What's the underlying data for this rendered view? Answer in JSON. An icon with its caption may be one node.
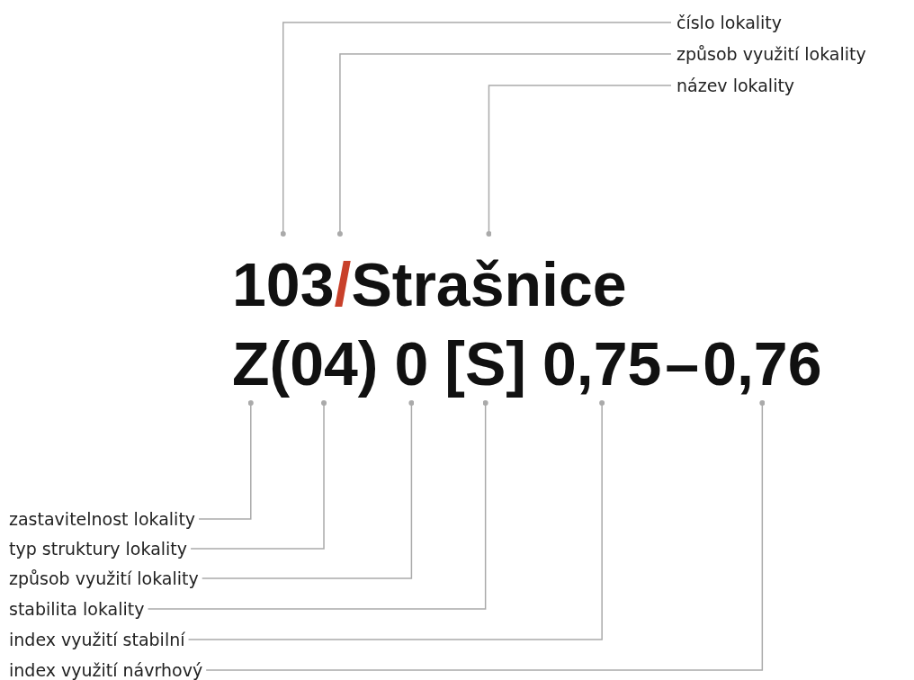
{
  "diagram": {
    "nodes": [
      {
        "text": [
          "číslo lokality"
        ]
      },
      {
        "text": [
          "způsob využití lokality"
        ]
      },
      {
        "text": [
          "název lokality"
        ]
      },
      {
        "text": [
          "103"
        ]
      },
      {
        "text": [
          "/"
        ]
      },
      {
        "text": [
          "Strašnice"
        ]
      },
      {
        "text": [
          "Z"
        ]
      },
      {
        "text": [
          "(04)"
        ]
      },
      {
        "text": [
          "0"
        ]
      },
      {
        "text": [
          "[S]"
        ]
      },
      {
        "text": [
          "0,75"
        ]
      },
      {
        "text": [
          "0,76"
        ]
      },
      {
        "text": [
          "zastavitelnost lokality"
        ]
      },
      {
        "text": [
          "typ struktury lokality"
        ]
      },
      {
        "text": [
          "způsob využití lokality"
        ]
      },
      {
        "text": [
          "stabilita lokality"
        ]
      },
      {
        "text": [
          "index využití stabilní"
        ]
      },
      {
        "text": [
          "index využití návrhový"
        ]
      }
    ],
    "edges": [
      {
        "from": 0,
        "to": 3,
        "arrow": "other"
      },
      {
        "from": 1,
        "to": 4,
        "arrow": "other"
      },
      {
        "from": 2,
        "to": 5,
        "arrow": "other"
      },
      {
        "from": 12,
        "to": 6,
        "arrow": "other"
      },
      {
        "from": 13,
        "to": 7,
        "arrow": "other"
      },
      {
        "from": 14,
        "to": 8,
        "arrow": "other"
      },
      {
        "from": 15,
        "to": 9,
        "arrow": "other"
      },
      {
        "from": 16,
        "to": 10,
        "arrow": "other"
      },
      {
        "from": 17,
        "to": 11,
        "arrow": "other"
      }
    ],
    "labels": [
      "–"
    ]
  }
}
